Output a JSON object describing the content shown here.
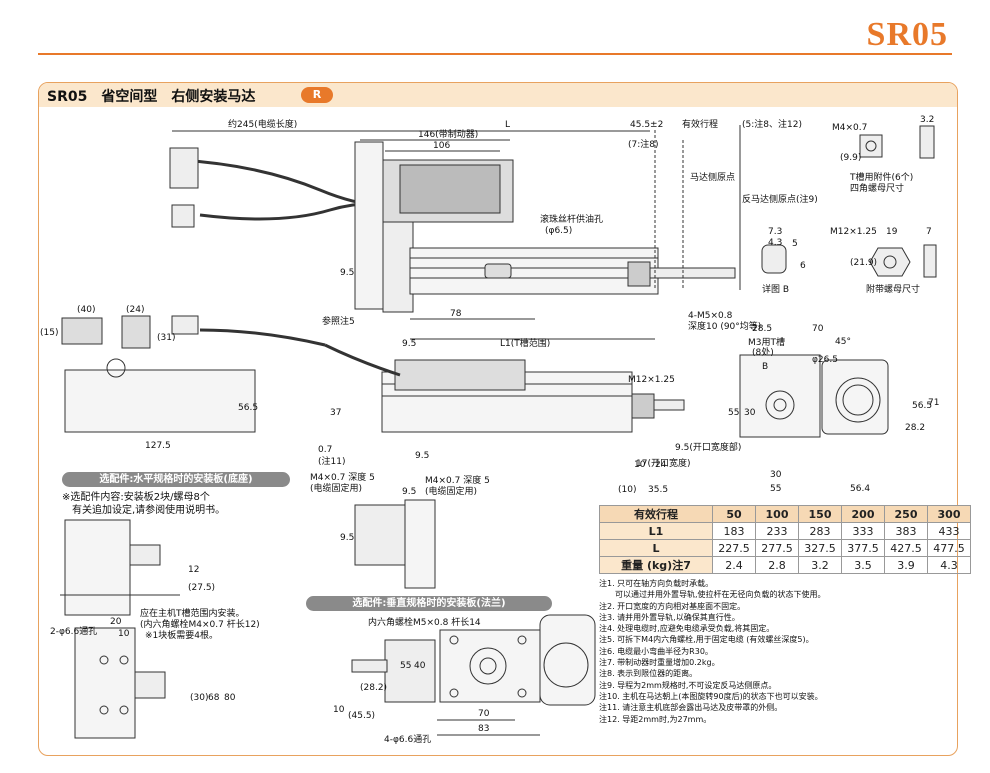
{
  "header": {
    "brand": "SR05"
  },
  "panel": {
    "title": "SR05　省空间型　右侧安装马达",
    "badge": "R"
  },
  "labels": {
    "cable_length": "约245(电缆长度)",
    "L": "L",
    "stroke_offset": "45.5±2",
    "effective_stroke": "有效行程",
    "note_8_12": "(5:注8、注12)",
    "brake_146": "146(带制动器)",
    "dim_106": "106",
    "note_7_8": "(7:注8)",
    "motor_origin": "马达侧原点",
    "opposite_origin": "反马达侧原点(注9)",
    "oil_hole": "滚珠丝杆供油孔",
    "oil_hole_dia": "(φ6.5)",
    "dim_9_5": "9.5",
    "dim_78": "78",
    "ref_note5": "参照注5",
    "L1": "L1(T槽范围)",
    "dim_40": "(40)",
    "dim_24": "(24)",
    "dim_15": "(15)",
    "dim_31": "(31)",
    "dim_56_5": "56.5",
    "dim_127_5": "127.5",
    "m4_depth": "M4×0.7 深度 5",
    "cable_fix": "(电缆固定用)",
    "dim_37": "37",
    "dim_0_7": "0.7",
    "note11": "(注11)",
    "m12": "M12×1.25",
    "open_width": "9.5(开口宽度部)",
    "open_width17": "17(开口宽度)",
    "dim_10": "10",
    "dim_24b": "24",
    "dim_10b": "(10)",
    "dim_35_5": "35.5",
    "m5": "4-M5×0.8",
    "m5_depth": "深度10 (90°均等)",
    "dim_28_5": "28.5",
    "dim_70": "70",
    "m3": "M3用T槽",
    "m3b": "(8处)",
    "open_17": "17(开口宽度)",
    "dim_55": "55",
    "dim_30": "30",
    "dim_56_4": "56.4",
    "dim_71": "71",
    "dim_28_2": "28.2",
    "dim_56_5b": "56.5",
    "m4_nut": "M4×0.7",
    "dim_9_9": "(9.9)",
    "dim_3_2": "3.2",
    "t_slot": "T槽用附件(6个)",
    "square_nut": "四角螺母尺寸",
    "dim_7_3": "7.3",
    "dim_4_3": "4.3",
    "dim_5": "5",
    "dim_6": "6",
    "detail_b": "详图 B",
    "m12_nut": "M12×1.25",
    "dim_19": "19",
    "dim_7": "7",
    "dim_21_9": "(21.9)",
    "nut_size": "附带螺母尺寸",
    "B": "B",
    "dim_45": "45°",
    "dim_pcd": "φ26.5"
  },
  "base_option": {
    "bar": "选配件:水平规格时的安装板(底座)",
    "line1": "※选配件内容:安装板2块/螺母8个",
    "line2": "有关追加设定,请参阅使用说明书。",
    "dim_12": "12",
    "dim_27_5": "(27.5)",
    "dim_20": "20",
    "dim_10": "10",
    "hole": "2-φ6.6通孔",
    "install1": "应在主机T槽范围内安装。",
    "install2": "(内六角螺栓M4×0.7 杆长12)",
    "install3": "※1块板需要4根。",
    "dim_30": "(30)",
    "dim_68": "68",
    "dim_80": "80"
  },
  "flange_option": {
    "bar": "选配件:垂直规格时的安装板(法兰)",
    "bolt": "内六角螺栓M5×0.8 杆长14",
    "dim_55": "55",
    "dim_40": "40",
    "dim_28_2": "(28.2)",
    "dim_10": "10",
    "dim_45_5": "(45.5)",
    "hole": "4-φ6.6通孔",
    "dim_70": "70",
    "dim_83": "83",
    "m4": "M4×0.7 深度 5",
    "cable_fix": "(电缆固定用)",
    "dim_9_5": "9.5"
  },
  "spec_table": {
    "header": [
      "有效行程",
      "50",
      "100",
      "150",
      "200",
      "250",
      "300"
    ],
    "rows": [
      {
        "label": "L1",
        "values": [
          "183",
          "233",
          "283",
          "333",
          "383",
          "433"
        ]
      },
      {
        "label": "L",
        "values": [
          "227.5",
          "277.5",
          "327.5",
          "377.5",
          "427.5",
          "477.5"
        ]
      },
      {
        "label": "重量 (kg)注7",
        "values": [
          "2.4",
          "2.8",
          "3.2",
          "3.5",
          "3.9",
          "4.3"
        ]
      }
    ]
  },
  "notes": [
    "注1. 只可在轴方向负载时承载。",
    "　　可以通过并用外置导轨,使拉杆在无径向负载的状态下使用。",
    "注2. 开口宽度的方向相对基座面不固定。",
    "注3. 请并用外置导轨,以确保其直行性。",
    "注4. 处理电缆时,应避免电缆承受负载,将其固定。",
    "注5. 可拆下M4内六角螺栓,用于固定电缆 (有效螺丝深度5)。",
    "注6. 电缆最小弯曲半径为R30。",
    "注7. 带制动器时重量增加0.2kg。",
    "注8. 表示到限位器的距离。",
    "注9. 导程为2mm规格时,不可设定反马达侧原点。",
    "注10. 主机在马达朝上(本图旋转90度后)的状态下也可以安装。",
    "注11. 请注意主机底部会露出马达及皮带罩的外侧。",
    "注12. 导距2mm时,为27mm。"
  ]
}
